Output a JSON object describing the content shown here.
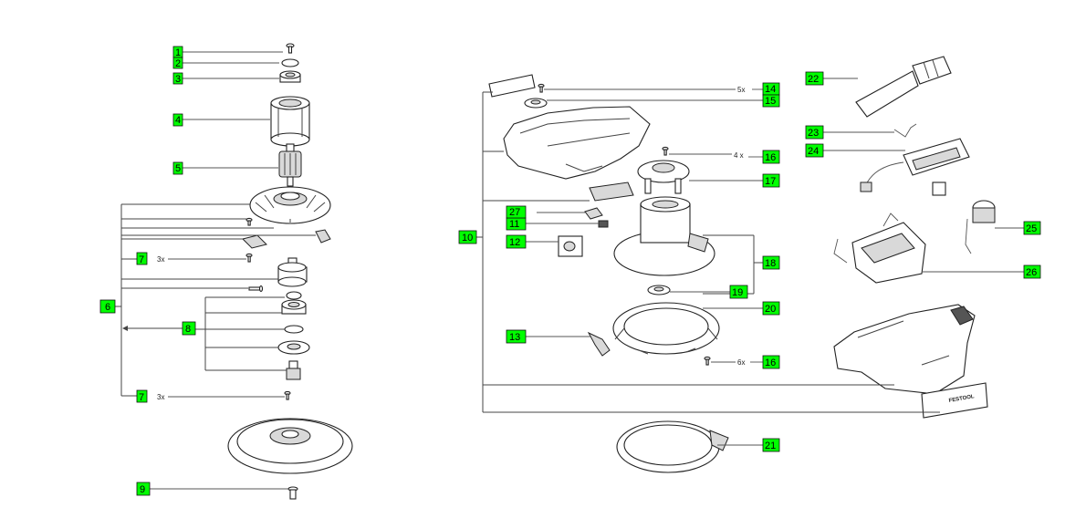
{
  "callouts": [
    {
      "id": "c1",
      "label": "1"
    },
    {
      "id": "c2",
      "label": "2"
    },
    {
      "id": "c3",
      "label": "3"
    },
    {
      "id": "c4",
      "label": "4"
    },
    {
      "id": "c5",
      "label": "5"
    },
    {
      "id": "c6",
      "label": "6"
    },
    {
      "id": "c7a",
      "label": "7"
    },
    {
      "id": "c7b",
      "label": "7"
    },
    {
      "id": "c8",
      "label": "8"
    },
    {
      "id": "c9",
      "label": "9"
    },
    {
      "id": "c10",
      "label": "10"
    },
    {
      "id": "c11",
      "label": "11"
    },
    {
      "id": "c12",
      "label": "12"
    },
    {
      "id": "c13",
      "label": "13"
    },
    {
      "id": "c14",
      "label": "14"
    },
    {
      "id": "c15",
      "label": "15"
    },
    {
      "id": "c16a",
      "label": "16"
    },
    {
      "id": "c16b",
      "label": "16"
    },
    {
      "id": "c17",
      "label": "17"
    },
    {
      "id": "c18",
      "label": "18"
    },
    {
      "id": "c19",
      "label": "19"
    },
    {
      "id": "c20",
      "label": "20"
    },
    {
      "id": "c21",
      "label": "21"
    },
    {
      "id": "c22",
      "label": "22"
    },
    {
      "id": "c23",
      "label": "23"
    },
    {
      "id": "c24",
      "label": "24"
    },
    {
      "id": "c25",
      "label": "25"
    },
    {
      "id": "c26",
      "label": "26"
    },
    {
      "id": "c27",
      "label": "27"
    }
  ],
  "quantities": {
    "q7a": "3x",
    "q7b": "3x",
    "q14": "5x",
    "q16a": "4 x",
    "q16b": "6x"
  },
  "brand_text": "FESTOOL",
  "colors": {
    "callout_fill": "#00ff00",
    "line": "#444444"
  }
}
